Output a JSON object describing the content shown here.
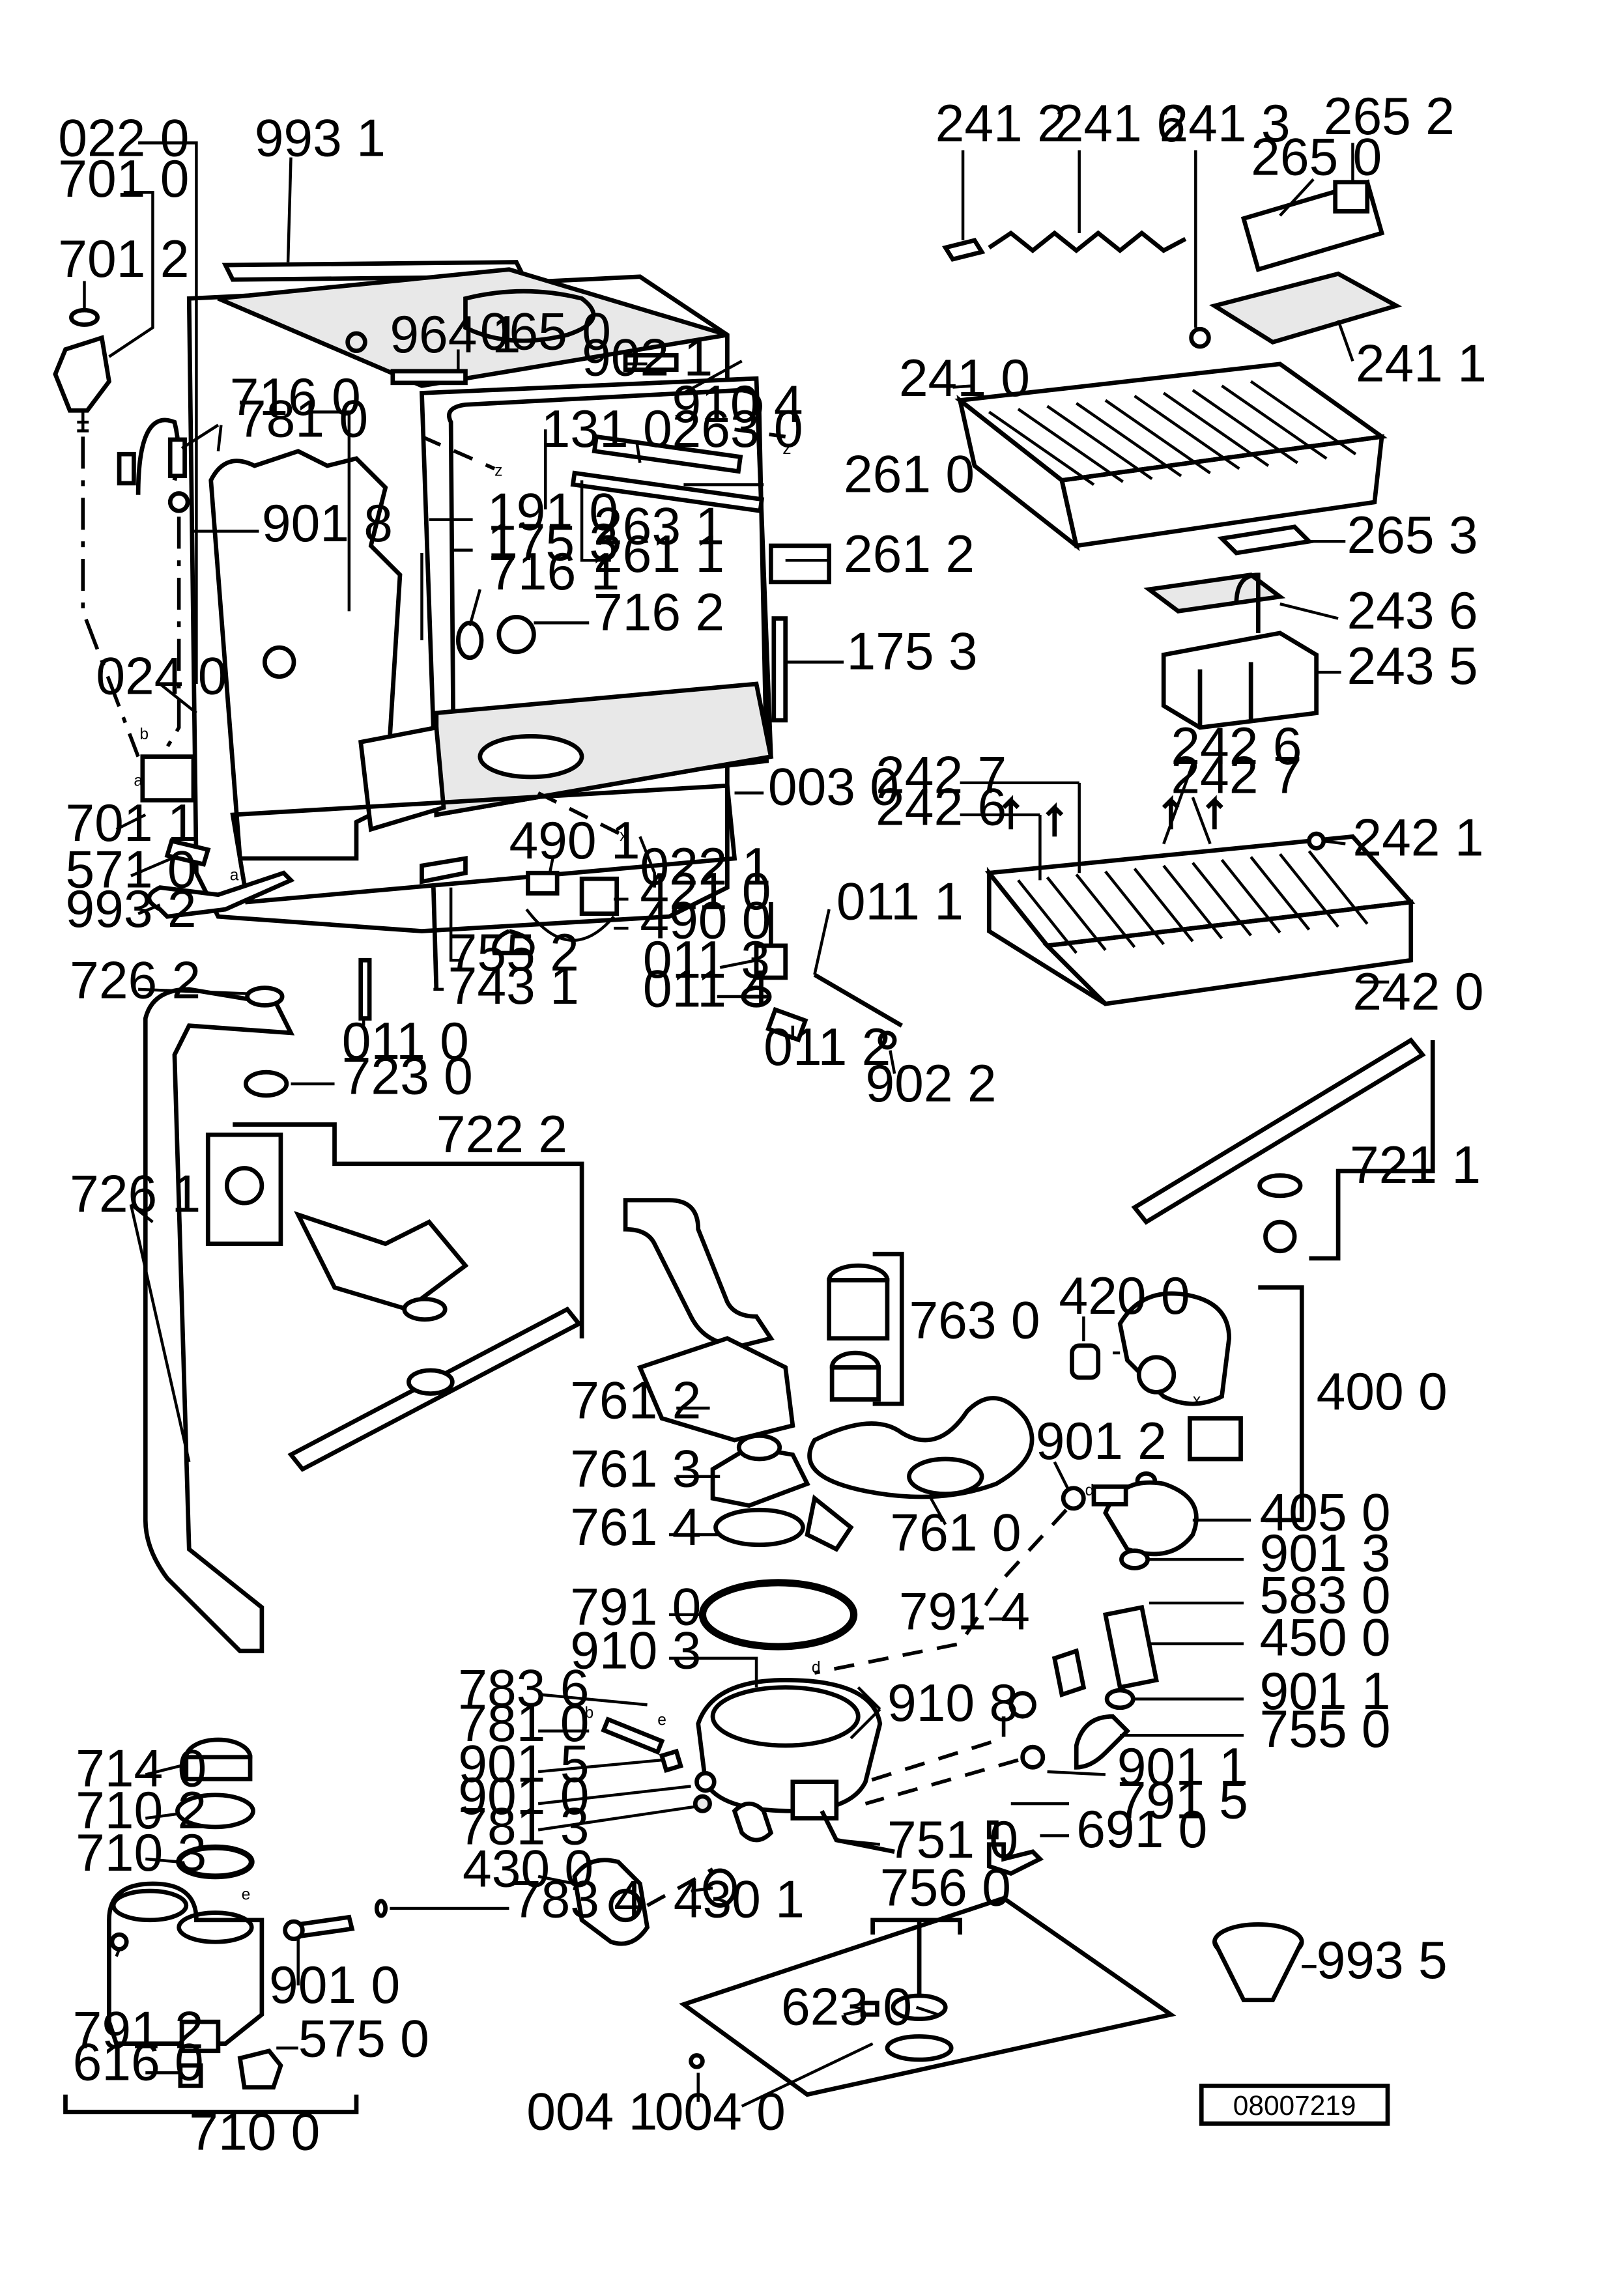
{
  "labels": {
    "l_0220": "022 0",
    "l_9931": "993 1",
    "l_7010": "701 0",
    "l_7012": "701 2",
    "l_9641": "964 1",
    "l_0650": "065 0",
    "l_9021": "902 1",
    "l_7160": "716 0",
    "l_7810a": "781 0",
    "l_9104": "910 4",
    "l_1310": "131 0",
    "l_2630": "263 0",
    "l_2610": "261 0",
    "l_9018": "901 8",
    "l_1910": "191 0",
    "l_1753a": "175 3",
    "l_2631": "263 1",
    "l_2611": "261 1",
    "l_2612": "261 2",
    "l_7161": "716 1",
    "l_7162": "716 2",
    "l_1753b": "175 3",
    "l_0240": "024 0",
    "l_0030": "003 0",
    "l_7011": "701 1",
    "l_5710": "571 0",
    "l_4901": "490 1",
    "l_0221": "022 1",
    "l_4210": "421 0",
    "l_4900": "490 0",
    "l_9932": "993 2",
    "l_7552": "755 2",
    "l_7431": "743 1",
    "l_0111": "011 1",
    "l_0113": "011 3",
    "l_0114": "011 4",
    "l_0112": "011 2",
    "l_9022": "902 2",
    "l_7262": "726 2",
    "l_0110": "011 0",
    "l_7230": "723 0",
    "l_7222": "722 2",
    "l_7261": "726 1",
    "l_2412": "241 2",
    "l_2416": "241 6",
    "l_2413": "241 3",
    "l_2652": "265 2",
    "l_2650": "265 0",
    "l_2411": "241 1",
    "l_2410": "241 0",
    "l_2653": "265 3",
    "l_2436": "243 6",
    "l_2435": "243 5",
    "l_2427a": "242 7",
    "l_2426a": "242 6",
    "l_2426b": "242 6",
    "l_2427b": "242 7",
    "l_2421": "242 1",
    "l_2420": "242 0",
    "l_7211": "721 1",
    "l_4200": "420 0",
    "l_7630": "763 0",
    "l_4000": "400 0",
    "l_7612": "761 2",
    "l_9012": "901 2",
    "l_7613": "761 3",
    "l_4050": "405 0",
    "l_7614": "761 4",
    "l_7610": "761 0",
    "l_9013": "901 3",
    "l_7910": "791 0",
    "l_7914": "791 4",
    "l_5830": "583 0",
    "l_9103": "910 3",
    "l_4500": "450 0",
    "l_7836": "783 6",
    "l_9108": "910 8",
    "l_9011a": "901 1",
    "l_7810b": "781 0",
    "l_7550": "755 0",
    "l_7140": "714 0",
    "l_9015": "901 5",
    "l_9011b": "901 1",
    "l_7102": "710 2",
    "l_9010a": "901 0",
    "l_7915": "791 5",
    "l_7813": "781 3",
    "l_7510": "751 0",
    "l_6910": "691 0",
    "l_7103": "710 3",
    "l_4300": "430 0",
    "l_7834": "783 4",
    "l_4301": "430 1",
    "l_7560": "756 0",
    "l_9935": "993 5",
    "l_9010b": "901 0",
    "l_6230": "623 0",
    "l_7912": "791 2",
    "l_5750": "575 0",
    "l_6160": "616 0",
    "l_7100": "710 0",
    "l_0041": "004 1",
    "l_0040": "004 0",
    "l_z1": "z",
    "l_z2": "z",
    "l_x1": "x",
    "l_x2": "x",
    "l_a1": "a",
    "l_a2": "a",
    "l_b1": "b",
    "l_b2": "b",
    "l_d1": "d",
    "l_d2": "d",
    "l_e1": "e",
    "l_e2": "e"
  },
  "drawing_number": "08007219"
}
